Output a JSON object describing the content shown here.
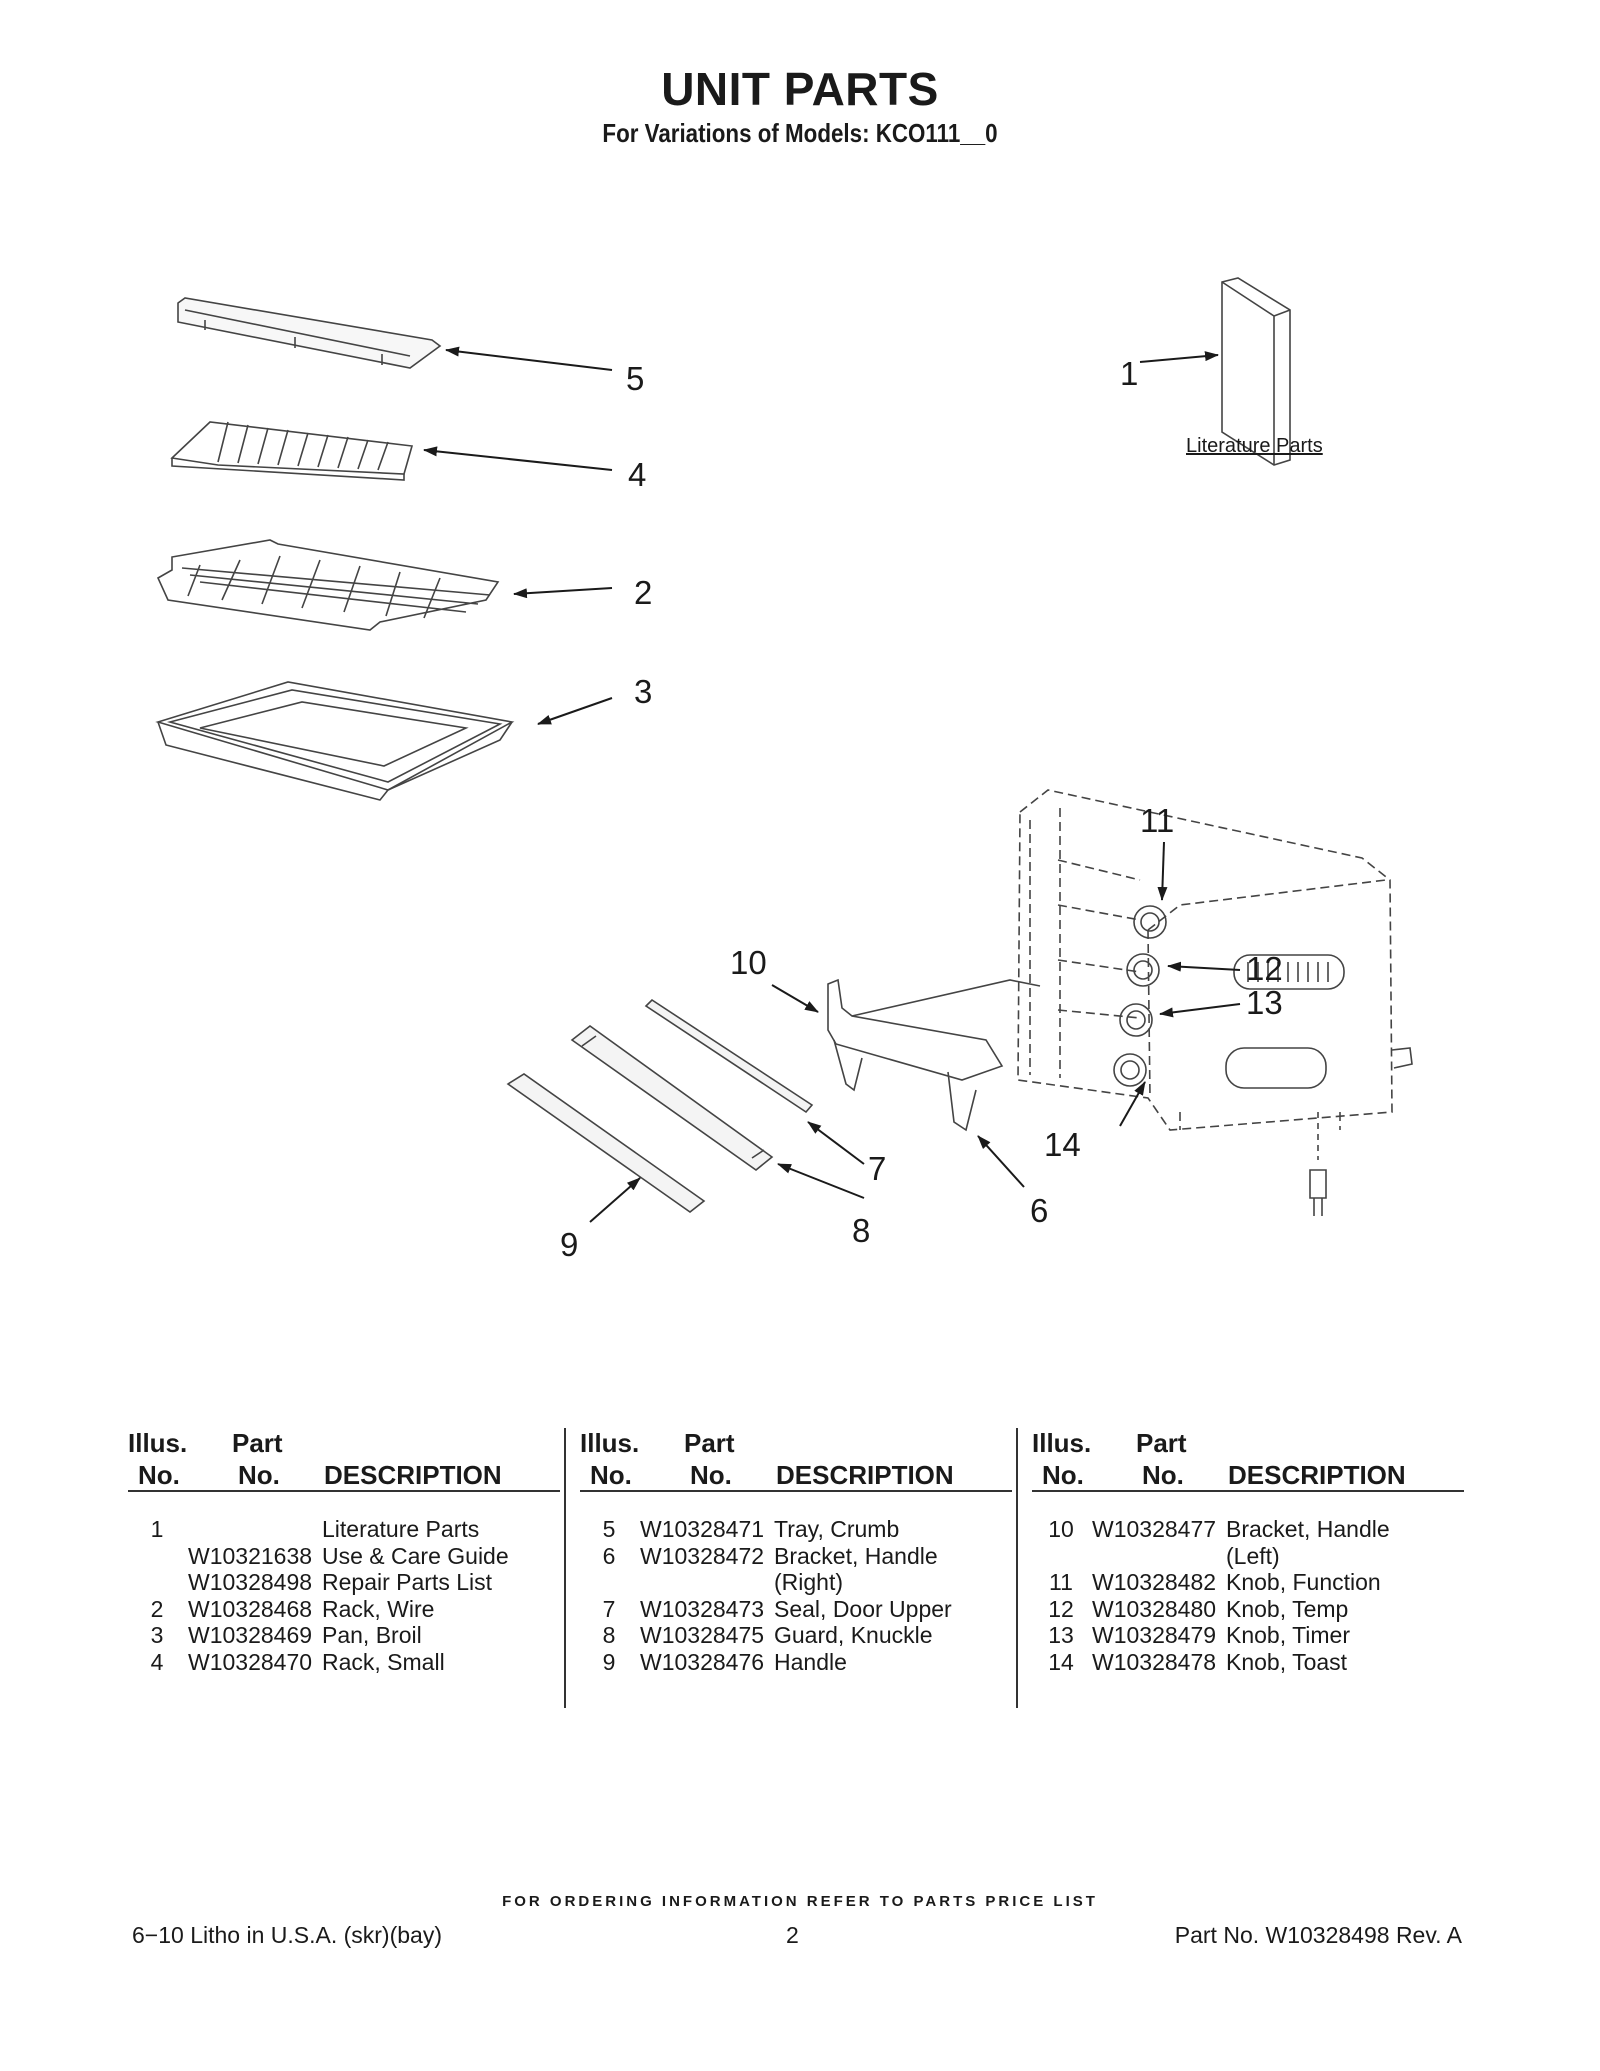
{
  "header": {
    "title": "UNIT PARTS",
    "subtitle": "For Variations of Models: KCO111__0"
  },
  "diagram": {
    "callouts": [
      "1",
      "2",
      "3",
      "4",
      "5",
      "6",
      "7",
      "8",
      "9",
      "10",
      "11",
      "12",
      "13",
      "14"
    ],
    "literature_label": "Literature Parts"
  },
  "table": {
    "headers": {
      "illus_line1": "Illus.",
      "illus_line2": "No.",
      "part_line1": "Part",
      "part_line2": "No.",
      "description": "DESCRIPTION"
    },
    "columns": [
      [
        {
          "illus": "1",
          "part": "",
          "desc": "Literature Parts"
        },
        {
          "illus": "",
          "part": "W10321638",
          "desc": "Use & Care Guide"
        },
        {
          "illus": "",
          "part": "W10328498",
          "desc": "Repair Parts List"
        },
        {
          "illus": "2",
          "part": "W10328468",
          "desc": "Rack, Wire"
        },
        {
          "illus": "3",
          "part": "W10328469",
          "desc": "Pan, Broil"
        },
        {
          "illus": "4",
          "part": "W10328470",
          "desc": "Rack, Small"
        }
      ],
      [
        {
          "illus": "5",
          "part": "W10328471",
          "desc": "Tray, Crumb"
        },
        {
          "illus": "6",
          "part": "W10328472",
          "desc": "Bracket, Handle"
        },
        {
          "illus": "",
          "part": "",
          "desc": "(Right)"
        },
        {
          "illus": "7",
          "part": "W10328473",
          "desc": "Seal, Door Upper"
        },
        {
          "illus": "8",
          "part": "W10328475",
          "desc": "Guard, Knuckle"
        },
        {
          "illus": "9",
          "part": "W10328476",
          "desc": "Handle"
        }
      ],
      [
        {
          "illus": "10",
          "part": "W10328477",
          "desc": "Bracket, Handle"
        },
        {
          "illus": "",
          "part": "",
          "desc": "(Left)"
        },
        {
          "illus": "11",
          "part": "W10328482",
          "desc": "Knob, Function"
        },
        {
          "illus": "12",
          "part": "W10328480",
          "desc": "Knob, Temp"
        },
        {
          "illus": "13",
          "part": "W10328479",
          "desc": "Knob, Timer"
        },
        {
          "illus": "14",
          "part": "W10328478",
          "desc": "Knob, Toast"
        }
      ]
    ]
  },
  "footer": {
    "ordering": "FOR ORDERING INFORMATION REFER TO PARTS PRICE LIST",
    "left": "6−10 Litho in U.S.A. (skr)(bay)",
    "page": "2",
    "right": "Part No. W10328498 Rev. A"
  }
}
